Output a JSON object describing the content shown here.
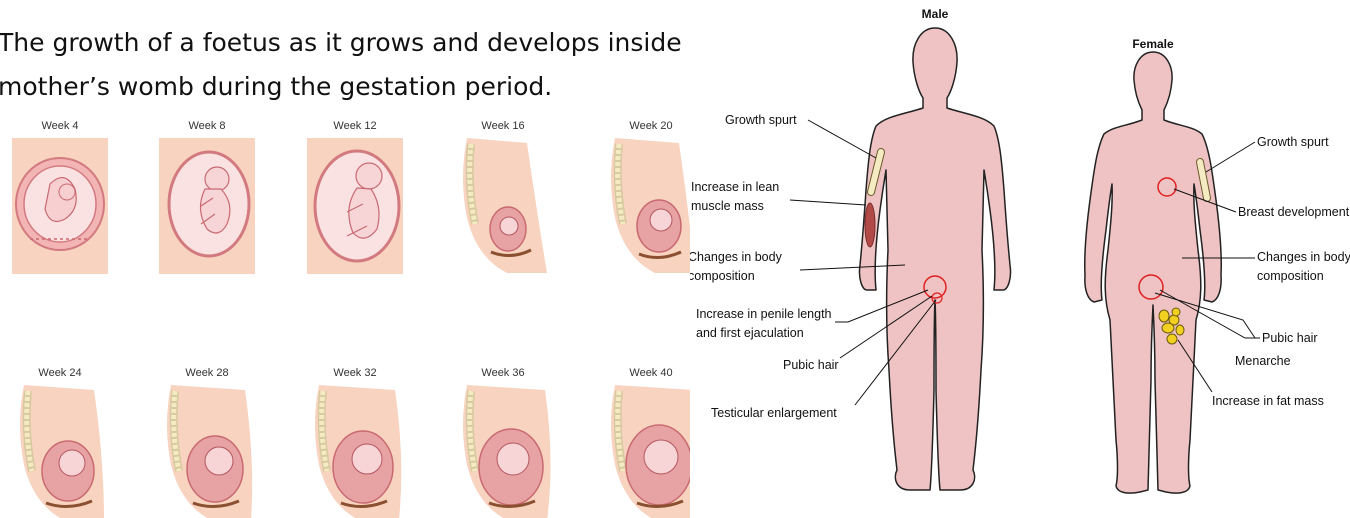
{
  "left": {
    "title_line_1": "The growth of a foetus as it grows and develops inside a",
    "title_line_2": "mother’s womb during the gestation period.",
    "weeks": [
      {
        "label": "Week 4"
      },
      {
        "label": "Week 8"
      },
      {
        "label": "Week 12"
      },
      {
        "label": "Week 16"
      },
      {
        "label": "Week 20"
      },
      {
        "label": "Week 24"
      },
      {
        "label": "Week 28"
      },
      {
        "label": "Week 32"
      },
      {
        "label": "Week 36"
      },
      {
        "label": "Week 40"
      }
    ]
  },
  "right": {
    "male": {
      "heading": "Male",
      "labels": {
        "growth_spurt": "Growth spurt",
        "lean_1": "Increase in lean",
        "lean_2": "muscle mass",
        "body_1": "Changes in body",
        "body_2": "composition",
        "penile_1": "Increase in penile length",
        "penile_2": "and first ejaculation",
        "pubic_hair": "Pubic hair",
        "testicular": "Testicular enlargement"
      }
    },
    "female": {
      "heading": "Female",
      "labels": {
        "growth_spurt": "Growth spurt",
        "breast": "Breast development",
        "body_1": "Changes in body",
        "body_2": "composition",
        "pubic_hair": "Pubic hair",
        "menarche": "Menarche",
        "fat_mass": "Increase in fat mass"
      }
    }
  },
  "colors": {
    "skin": "#efc3c3",
    "outline": "#222222",
    "bone": "#f4ebc2",
    "muscle": "#b24a48",
    "marker": "#e02020",
    "fat": "#f2d020",
    "womb_bg": "#f8d3bf",
    "uterus": "#d9878a"
  }
}
